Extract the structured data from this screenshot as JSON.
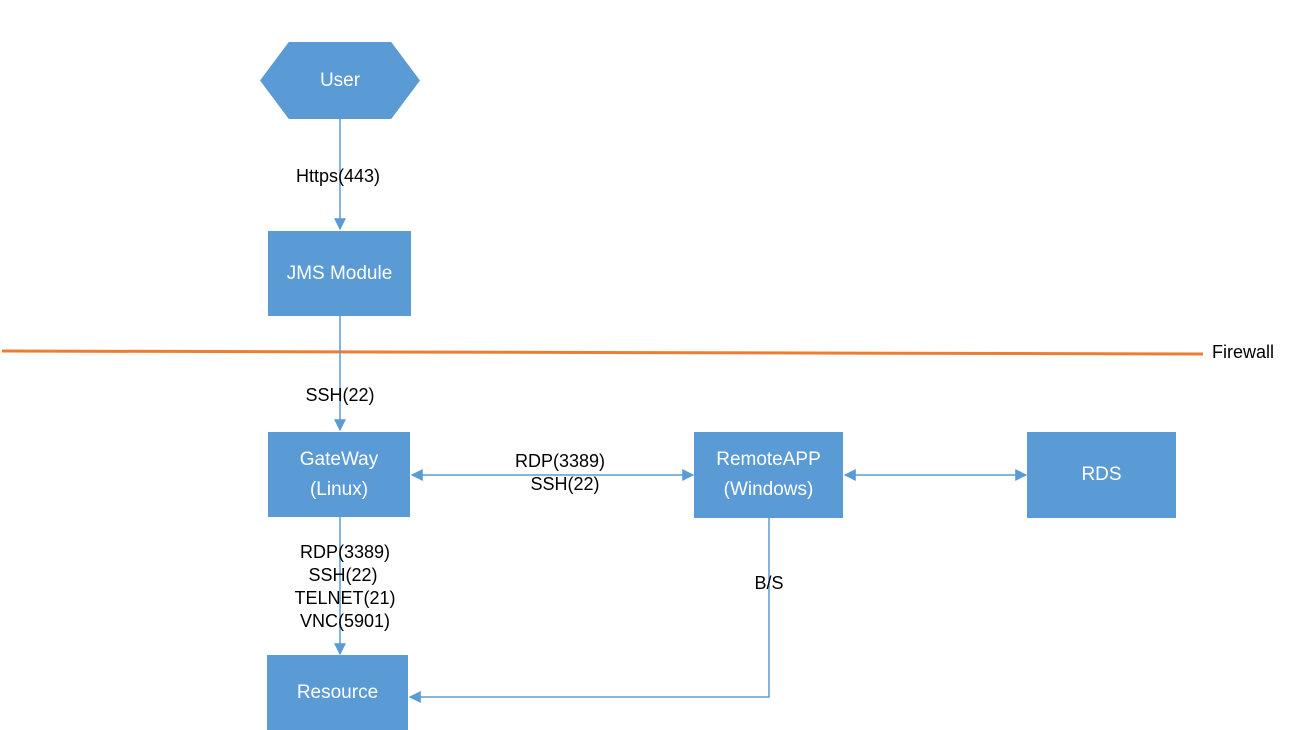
{
  "colors": {
    "node_fill": "#5b9bd5",
    "node_text": "#ffffff",
    "connector": "#5b9bd5",
    "firewall_line": "#ed7d31"
  },
  "nodes": {
    "user": "User",
    "jms_module": "JMS Module",
    "gateway_line1": "GateWay",
    "gateway_line2": "(Linux)",
    "remoteapp_line1": "RemoteAPP",
    "remoteapp_line2": "(Windows)",
    "rds": "RDS",
    "resource": "Resource"
  },
  "edges": {
    "user_to_jms": "Https(443)",
    "jms_to_gateway": "SSH(22)",
    "gateway_to_remoteapp": [
      "RDP(3389)",
      "SSH(22)"
    ],
    "gateway_to_resource": [
      "RDP(3389)",
      "SSH(22)",
      "TELNET(21)",
      "VNC(5901)"
    ],
    "remoteapp_to_resource": "B/S"
  },
  "firewall": {
    "label": "Firewall"
  }
}
